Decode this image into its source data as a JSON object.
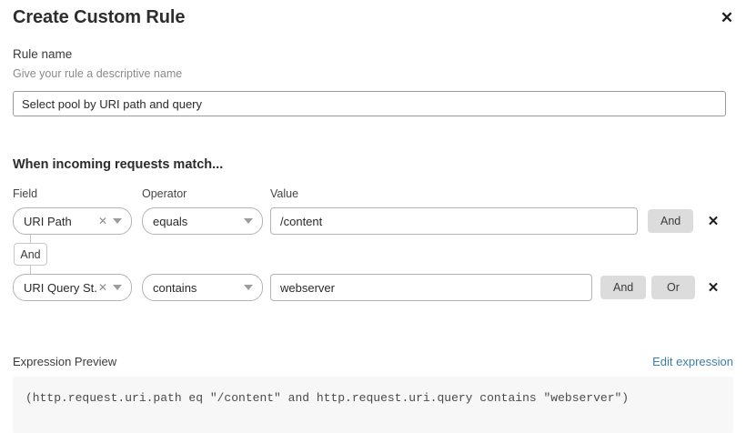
{
  "dialog": {
    "title": "Create Custom Rule",
    "close_icon": "close-icon"
  },
  "rule_name": {
    "label": "Rule name",
    "hint": "Give your rule a descriptive name",
    "value": "Select pool by URI path and query",
    "placeholder": ""
  },
  "match_section": {
    "heading": "When incoming requests match...",
    "columns": {
      "field": "Field",
      "operator": "Operator",
      "value": "Value"
    },
    "connector": {
      "label": "And"
    },
    "rows": [
      {
        "field": "URI Path",
        "operator": "equals",
        "value": "/content",
        "clear_icon": "clear-x-icon",
        "caret_icon": "chevron-down-icon",
        "buttons": [
          "And"
        ],
        "remove_icon": "close-icon"
      },
      {
        "field": "URI Query St...",
        "operator": "contains",
        "value": "webserver",
        "clear_icon": "clear-x-icon",
        "caret_icon": "chevron-down-icon",
        "buttons": [
          "And",
          "Or"
        ],
        "remove_icon": "close-icon"
      }
    ]
  },
  "expression_preview": {
    "label": "Expression Preview",
    "edit_link": "Edit expression",
    "code": "(http.request.uri.path eq \"/content\" and http.request.uri.query contains \"webserver\")"
  },
  "colors": {
    "link": "#3b7fa8",
    "button_gray": "#dcdcdc",
    "code_panel": "#f7f7f7"
  }
}
